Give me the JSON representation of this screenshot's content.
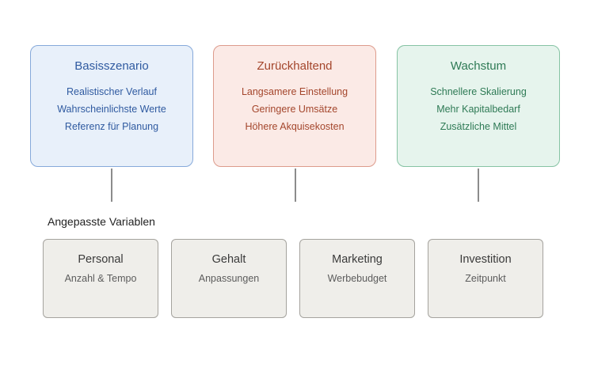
{
  "scenarios": [
    {
      "title": "Basisszenario",
      "lines": [
        "Realistischer Verlauf",
        "Wahrscheinlichste Werte",
        "Referenz für Planung"
      ],
      "color": "#2f5aa0",
      "background": "#e8f0fa"
    },
    {
      "title": "Zurückhaltend",
      "lines": [
        "Langsamere Einstellung",
        "Geringere Umsätze",
        "Höhere Akquisekosten"
      ],
      "color": "#a4462c",
      "background": "#fbeae6"
    },
    {
      "title": "Wachstum",
      "lines": [
        "Schnellere Skalierung",
        "Mehr Kapitalbedarf",
        "Zusätzliche Mittel"
      ],
      "color": "#2e7a55",
      "background": "#e6f4ed"
    }
  ],
  "variables_heading": "Angepasste Variablen",
  "variables": [
    {
      "title": "Personal",
      "subtitle": "Anzahl & Tempo"
    },
    {
      "title": "Gehalt",
      "subtitle": "Anpassungen"
    },
    {
      "title": "Marketing",
      "subtitle": "Werbebudget"
    },
    {
      "title": "Investition",
      "subtitle": "Zeitpunkt"
    }
  ]
}
